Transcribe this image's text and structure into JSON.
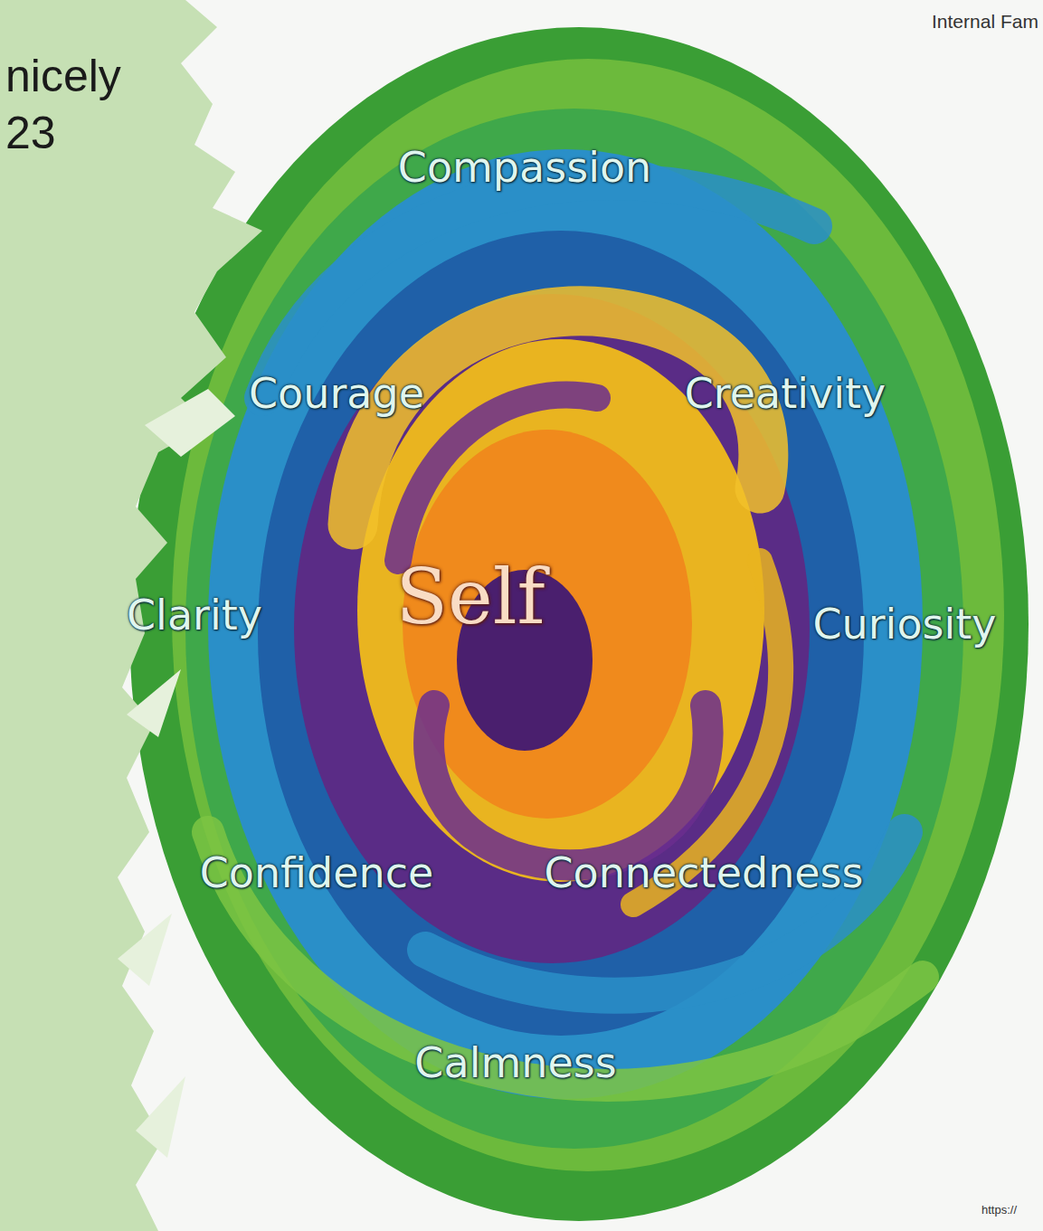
{
  "diagram": {
    "nodes": [
      {
        "text": [
          "Compassion",
          "Courage",
          "Creativity",
          "Clarity",
          "Self",
          "Curiosity",
          "Confidence",
          "Connectedness",
          "Calmness"
        ]
      }
    ],
    "labels": [
      "nicely",
      "23",
      "Internal Fam",
      "https://"
    ]
  }
}
